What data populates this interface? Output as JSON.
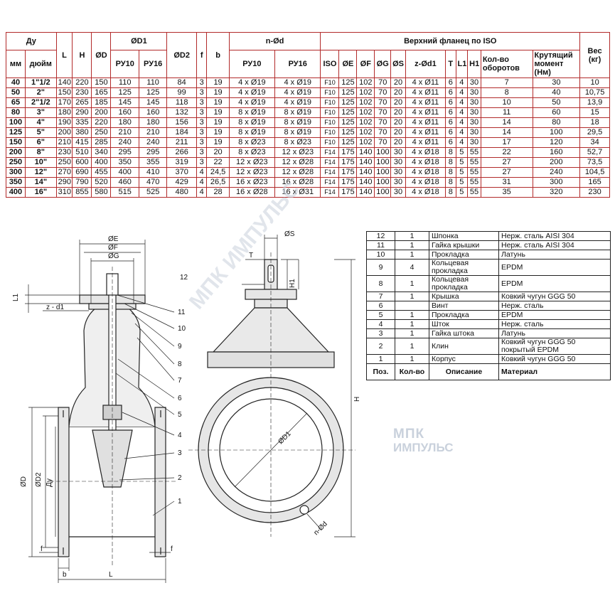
{
  "table": {
    "headers": {
      "du": "Ду",
      "mm": "мм",
      "inch": "дюйм",
      "L": "L",
      "H": "H",
      "D": "ØD",
      "D1": "ØD1",
      "py10": "РУ10",
      "py16": "РУ16",
      "D2": "ØD2",
      "f": "f",
      "b": "b",
      "nd": "n-Ød",
      "iso_flange": "Верхний фланец по  ISO",
      "iso": "ISO",
      "E": "ØE",
      "F": "ØF",
      "G": "ØG",
      "S": "ØS",
      "zd1": "z-Ød1",
      "T": "T",
      "L1": "L1",
      "H1": "H1",
      "turns": "Кол-во оборотов",
      "torque": "Крутящий момент (Нм)",
      "weight": "Вес (кг)"
    },
    "rows": [
      [
        "40",
        "1\"1/2",
        "140",
        "220",
        "150",
        "110",
        "110",
        "84",
        "3",
        "19",
        "4 x Ø19",
        "4 x Ø19",
        "F10",
        "125",
        "102",
        "70",
        "20",
        "4 x Ø11",
        "6",
        "4",
        "30",
        "7",
        "30",
        "10"
      ],
      [
        "50",
        "2\"",
        "150",
        "230",
        "165",
        "125",
        "125",
        "99",
        "3",
        "19",
        "4 x Ø19",
        "4 x Ø19",
        "F10",
        "125",
        "102",
        "70",
        "20",
        "4 x Ø11",
        "6",
        "4",
        "30",
        "8",
        "40",
        "10,75"
      ],
      [
        "65",
        "2\"1/2",
        "170",
        "265",
        "185",
        "145",
        "145",
        "118",
        "3",
        "19",
        "4 x Ø19",
        "4 x Ø19",
        "F10",
        "125",
        "102",
        "70",
        "20",
        "4 x Ø11",
        "6",
        "4",
        "30",
        "10",
        "50",
        "13,9"
      ],
      [
        "80",
        "3\"",
        "180",
        "290",
        "200",
        "160",
        "160",
        "132",
        "3",
        "19",
        "8 x Ø19",
        "8 x Ø19",
        "F10",
        "125",
        "102",
        "70",
        "20",
        "4 x Ø11",
        "6",
        "4",
        "30",
        "11",
        "60",
        "15"
      ],
      [
        "100",
        "4\"",
        "190",
        "335",
        "220",
        "180",
        "180",
        "156",
        "3",
        "19",
        "8 x Ø19",
        "8 x Ø19",
        "F10",
        "125",
        "102",
        "70",
        "20",
        "4 x Ø11",
        "6",
        "4",
        "30",
        "14",
        "80",
        "18"
      ],
      [
        "125",
        "5\"",
        "200",
        "380",
        "250",
        "210",
        "210",
        "184",
        "3",
        "19",
        "8 x Ø19",
        "8 x Ø19",
        "F10",
        "125",
        "102",
        "70",
        "20",
        "4 x Ø11",
        "6",
        "4",
        "30",
        "14",
        "100",
        "29,5"
      ],
      [
        "150",
        "6\"",
        "210",
        "415",
        "285",
        "240",
        "240",
        "211",
        "3",
        "19",
        "8 x Ø23",
        "8 x Ø23",
        "F10",
        "125",
        "102",
        "70",
        "20",
        "4 x Ø11",
        "6",
        "4",
        "30",
        "17",
        "120",
        "34"
      ],
      [
        "200",
        "8\"",
        "230",
        "510",
        "340",
        "295",
        "295",
        "266",
        "3",
        "20",
        "8 x Ø23",
        "12 x Ø23",
        "F14",
        "175",
        "140",
        "100",
        "30",
        "4 x Ø18",
        "8",
        "5",
        "55",
        "22",
        "160",
        "52,7"
      ],
      [
        "250",
        "10\"",
        "250",
        "600",
        "400",
        "350",
        "355",
        "319",
        "3",
        "22",
        "12 x Ø23",
        "12 x Ø28",
        "F14",
        "175",
        "140",
        "100",
        "30",
        "4 x Ø18",
        "8",
        "5",
        "55",
        "27",
        "200",
        "73,5"
      ],
      [
        "300",
        "12\"",
        "270",
        "690",
        "455",
        "400",
        "410",
        "370",
        "4",
        "24,5",
        "12 x Ø23",
        "12 x Ø28",
        "F14",
        "175",
        "140",
        "100",
        "30",
        "4 x Ø18",
        "8",
        "5",
        "55",
        "27",
        "240",
        "104,5"
      ],
      [
        "350",
        "14\"",
        "290",
        "790",
        "520",
        "460",
        "470",
        "429",
        "4",
        "26,5",
        "16 x Ø23",
        "16 x Ø28",
        "F14",
        "175",
        "140",
        "100",
        "30",
        "4 x Ø18",
        "8",
        "5",
        "55",
        "31",
        "300",
        "165"
      ],
      [
        "400",
        "16\"",
        "310",
        "855",
        "580",
        "515",
        "525",
        "480",
        "4",
        "28",
        "16 x Ø28",
        "16 x Ø31",
        "F14",
        "175",
        "140",
        "100",
        "30",
        "4 x Ø18",
        "8",
        "5",
        "55",
        "35",
        "320",
        "230"
      ]
    ]
  },
  "parts": {
    "rows": [
      [
        "12",
        "1",
        "Шпонка",
        "Нерж. сталь AISI 304"
      ],
      [
        "11",
        "1",
        "Гайка крышки",
        "Нерж. сталь AISI 304"
      ],
      [
        "10",
        "1",
        "Прокладка",
        "Латунь"
      ],
      [
        "9",
        "4",
        "Кольцевая прокладка",
        "EPDM"
      ],
      [
        "8",
        "1",
        "Кольцевая прокладка",
        "EPDM"
      ],
      [
        "7",
        "1",
        "Крышка",
        "Ковкий чугун GGG 50"
      ],
      [
        "6",
        "",
        "Винт",
        "Нерж. сталь"
      ],
      [
        "5",
        "1",
        "Прокладка",
        "EPDM"
      ],
      [
        "4",
        "1",
        "Шток",
        "Нерж. сталь"
      ],
      [
        "3",
        "1",
        "Гайка штока",
        "Латунь"
      ],
      [
        "2",
        "1",
        "Клин",
        "Ковкий чугун GGG 50 покрытый EPDM"
      ],
      [
        "1",
        "1",
        "Корпус",
        "Ковкий чугун GGG 50"
      ]
    ],
    "footer": {
      "pos": "Поз.",
      "qty": "Кол-во",
      "desc": "Описание",
      "mat": "Материал"
    }
  },
  "drawing": {
    "labels": {
      "E": "ØE",
      "F": "ØF",
      "G": "ØG",
      "S": "ØS",
      "T": "T",
      "L1": "L1",
      "zd1": "z - d1",
      "H1": "H1",
      "H": "H",
      "D": "ØD",
      "D2": "ØD2",
      "Du": "Ду",
      "D1": "ØD1",
      "nd": "n-Ød",
      "f": "f",
      "b": "b",
      "L": "L"
    },
    "callouts": [
      "12",
      "11",
      "10",
      "9",
      "8",
      "7",
      "6",
      "5",
      "4",
      "3",
      "2",
      "1"
    ]
  },
  "watermark": {
    "line1": "МПК",
    "line2": "ИМПУЛЬС",
    "diag": "МПК ИМПУЛЬС"
  }
}
